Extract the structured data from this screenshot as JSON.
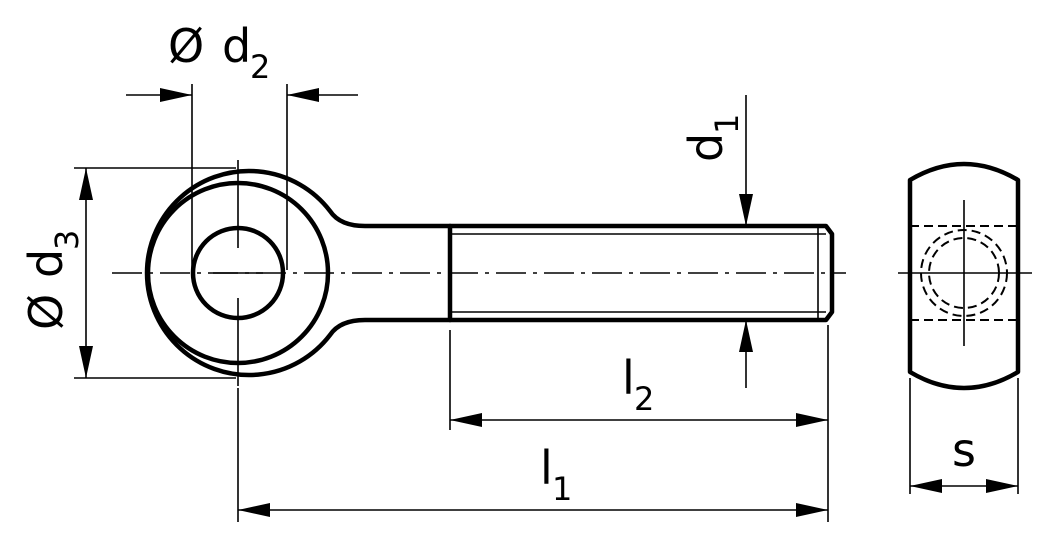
{
  "drawing": {
    "diameter_symbol": "Ø",
    "labels": {
      "d2_base": "d",
      "d2_sub": "2",
      "d3_base": "d",
      "d3_sub": "3",
      "d1_base": "d",
      "d1_sub": "1",
      "l1_base": "l",
      "l1_sub": "1",
      "l2_base": "l",
      "l2_sub": "2",
      "s": "s"
    }
  }
}
